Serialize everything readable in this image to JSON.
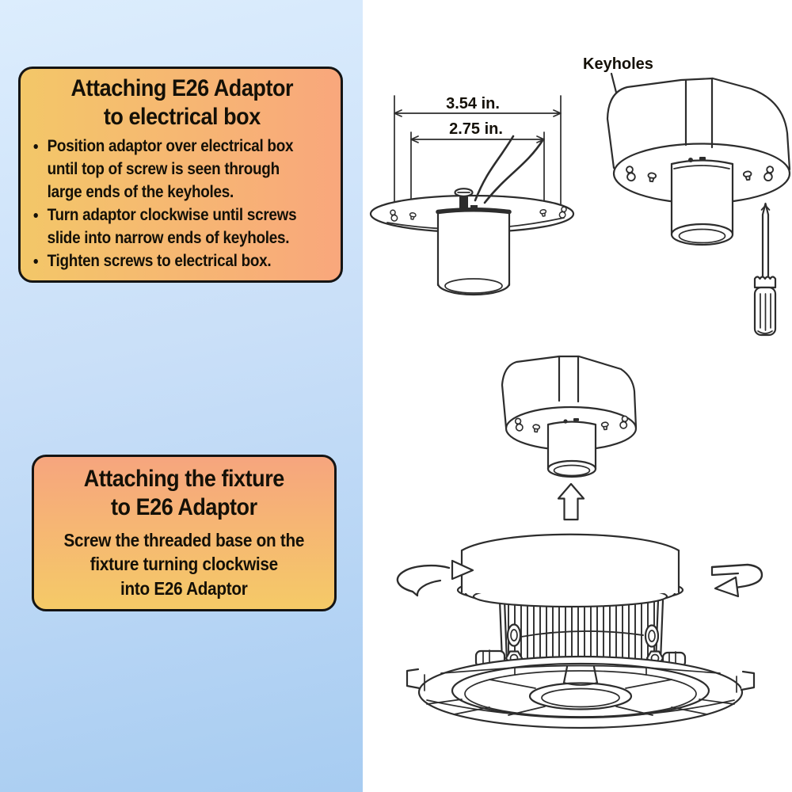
{
  "colors": {
    "bg_blue_top": "#dcedfd",
    "bg_blue_mid": "#c9dff8",
    "bg_blue_bottom": "#a7ccf1",
    "panel_white": "#ffffff",
    "card1_grad_start": "#f3c768",
    "card1_grad_end": "#f9a77c",
    "card2_grad_start": "#f6a57e",
    "card2_grad_end": "#f5ca67",
    "card_border": "#141414",
    "line_art": "#2d2d2d",
    "text_color": "#141007"
  },
  "card1": {
    "title_line1": "Attaching E26 Adaptor",
    "title_line2": "to electrical box",
    "bullets": [
      {
        "lines": [
          "Position adaptor over electrical box",
          "until top of screw is seen through",
          "large ends of the keyholes."
        ]
      },
      {
        "lines": [
          "Turn adaptor clockwise until screws",
          "slide into narrow ends of keyholes."
        ]
      },
      {
        "lines": [
          "Tighten screws to electrical box."
        ]
      }
    ]
  },
  "card2": {
    "title_line1": "Attaching the fixture",
    "title_line2": "to E26 Adaptor",
    "body_line1": "Screw the threaded base on the",
    "body_line2": "fixture turning clockwise",
    "body_line3": "into E26 Adaptor"
  },
  "diagrams": {
    "dimension_outer": "3.54 in.",
    "dimension_inner": "2.75 in.",
    "keyholes_label": "Keyholes"
  }
}
